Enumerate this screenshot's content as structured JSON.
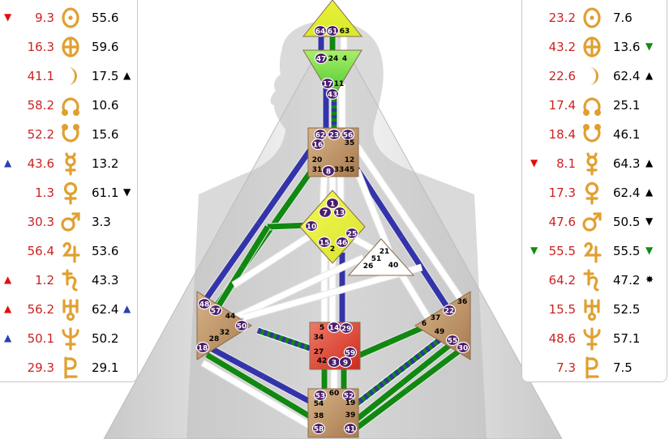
{
  "colors": {
    "activation_red": "#cc2222",
    "planet_gold": "#e0a030",
    "channel_green": "#118811",
    "channel_blue": "#3333aa",
    "gate_badge": "#4a1c6a",
    "center_yellow": "#e6f23a",
    "center_green": "#7ee84a",
    "center_tan": "#c0956a",
    "center_red": "#e04030"
  },
  "left_panel": [
    {
      "arrow_left": "▼",
      "arrow_left_color": "red",
      "activation": "9.3",
      "planet": "sun-icon",
      "gate": "55.6",
      "arrow_right": "",
      "arrow_right_color": ""
    },
    {
      "arrow_left": "",
      "arrow_left_color": "",
      "activation": "16.3",
      "planet": "earth-icon",
      "gate": "59.6",
      "arrow_right": "",
      "arrow_right_color": ""
    },
    {
      "arrow_left": "",
      "arrow_left_color": "",
      "activation": "41.1",
      "planet": "moon-icon",
      "gate": "17.5",
      "arrow_right": "▲",
      "arrow_right_color": "black"
    },
    {
      "arrow_left": "",
      "arrow_left_color": "",
      "activation": "58.2",
      "planet": "north-node-icon",
      "gate": "10.6",
      "arrow_right": "",
      "arrow_right_color": ""
    },
    {
      "arrow_left": "",
      "arrow_left_color": "",
      "activation": "52.2",
      "planet": "south-node-icon",
      "gate": "15.6",
      "arrow_right": "",
      "arrow_right_color": ""
    },
    {
      "arrow_left": "▲",
      "arrow_left_color": "blue",
      "activation": "43.6",
      "planet": "mercury-icon",
      "gate": "13.2",
      "arrow_right": "",
      "arrow_right_color": ""
    },
    {
      "arrow_left": "",
      "arrow_left_color": "",
      "activation": "1.3",
      "planet": "venus-icon",
      "gate": "61.1",
      "arrow_right": "▼",
      "arrow_right_color": "black"
    },
    {
      "arrow_left": "",
      "arrow_left_color": "",
      "activation": "30.3",
      "planet": "mars-icon",
      "gate": "3.3",
      "arrow_right": "",
      "arrow_right_color": ""
    },
    {
      "arrow_left": "",
      "arrow_left_color": "",
      "activation": "56.4",
      "planet": "jupiter-icon",
      "gate": "53.6",
      "arrow_right": "",
      "arrow_right_color": ""
    },
    {
      "arrow_left": "▲",
      "arrow_left_color": "red",
      "activation": "1.2",
      "planet": "saturn-icon",
      "gate": "43.3",
      "arrow_right": "",
      "arrow_right_color": ""
    },
    {
      "arrow_left": "▲",
      "arrow_left_color": "red",
      "activation": "56.2",
      "planet": "uranus-icon",
      "gate": "62.4",
      "arrow_right": "▲",
      "arrow_right_color": "blue"
    },
    {
      "arrow_left": "▲",
      "arrow_left_color": "blue",
      "activation": "50.1",
      "planet": "neptune-icon",
      "gate": "50.2",
      "arrow_right": "",
      "arrow_right_color": ""
    },
    {
      "arrow_left": "",
      "arrow_left_color": "",
      "activation": "29.3",
      "planet": "pluto-icon",
      "gate": "29.1",
      "arrow_right": "",
      "arrow_right_color": ""
    }
  ],
  "right_panel": [
    {
      "arrow_left": "",
      "arrow_left_color": "",
      "activation": "23.2",
      "planet": "sun-icon",
      "gate": "7.6",
      "arrow_right": "",
      "arrow_right_color": ""
    },
    {
      "arrow_left": "",
      "arrow_left_color": "",
      "activation": "43.2",
      "planet": "earth-icon",
      "gate": "13.6",
      "arrow_right": "▼",
      "arrow_right_color": "green"
    },
    {
      "arrow_left": "",
      "arrow_left_color": "",
      "activation": "22.6",
      "planet": "moon-icon",
      "gate": "62.4",
      "arrow_right": "▲",
      "arrow_right_color": "black"
    },
    {
      "arrow_left": "",
      "arrow_left_color": "",
      "activation": "17.4",
      "planet": "north-node-icon",
      "gate": "25.1",
      "arrow_right": "",
      "arrow_right_color": ""
    },
    {
      "arrow_left": "",
      "arrow_left_color": "",
      "activation": "18.4",
      "planet": "south-node-icon",
      "gate": "46.1",
      "arrow_right": "",
      "arrow_right_color": ""
    },
    {
      "arrow_left": "▼",
      "arrow_left_color": "red",
      "activation": "8.1",
      "planet": "mercury-icon",
      "gate": "64.3",
      "arrow_right": "▲",
      "arrow_right_color": "black"
    },
    {
      "arrow_left": "",
      "arrow_left_color": "",
      "activation": "17.3",
      "planet": "venus-icon",
      "gate": "62.4",
      "arrow_right": "▲",
      "arrow_right_color": "black"
    },
    {
      "arrow_left": "",
      "arrow_left_color": "",
      "activation": "47.6",
      "planet": "mars-icon",
      "gate": "50.5",
      "arrow_right": "▼",
      "arrow_right_color": "black"
    },
    {
      "arrow_left": "▼",
      "arrow_left_color": "green",
      "activation": "55.5",
      "planet": "jupiter-icon",
      "gate": "55.5",
      "arrow_right": "▼",
      "arrow_right_color": "green"
    },
    {
      "arrow_left": "",
      "arrow_left_color": "",
      "activation": "64.2",
      "planet": "saturn-icon",
      "gate": "47.2",
      "arrow_right": "✸",
      "arrow_right_color": "black"
    },
    {
      "arrow_left": "",
      "arrow_left_color": "",
      "activation": "15.5",
      "planet": "uranus-icon",
      "gate": "52.5",
      "arrow_right": "",
      "arrow_right_color": ""
    },
    {
      "arrow_left": "",
      "arrow_left_color": "",
      "activation": "48.6",
      "planet": "neptune-icon",
      "gate": "57.1",
      "arrow_right": "",
      "arrow_right_color": ""
    },
    {
      "arrow_left": "",
      "arrow_left_color": "",
      "activation": "7.3",
      "planet": "pluto-icon",
      "gate": "7.5",
      "arrow_right": "",
      "arrow_right_color": ""
    }
  ],
  "centers": {
    "head": {
      "name": "head-center",
      "gates": [
        "64",
        "61",
        "63"
      ],
      "badged": [
        "64",
        "61"
      ]
    },
    "ajna": {
      "name": "ajna-center",
      "gates": [
        "47",
        "24",
        "4",
        "17",
        "11",
        "43"
      ],
      "badged": [
        "47",
        "17",
        "43"
      ]
    },
    "throat": {
      "name": "throat-center",
      "gates": [
        "62",
        "23",
        "56",
        "16",
        "35",
        "20",
        "12",
        "31",
        "8",
        "33",
        "45"
      ],
      "badged": [
        "62",
        "23",
        "56",
        "16",
        "8"
      ]
    },
    "g": {
      "name": "g-center",
      "gates": [
        "1",
        "7",
        "13",
        "10",
        "25",
        "15",
        "46",
        "2"
      ],
      "badged": [
        "1",
        "7",
        "13",
        "10",
        "25",
        "15",
        "46"
      ]
    },
    "heart": {
      "name": "heart-center",
      "gates": [
        "21",
        "51",
        "26",
        "40"
      ],
      "badged": []
    },
    "spleen": {
      "name": "spleen-center",
      "gates": [
        "48",
        "57",
        "44",
        "50",
        "32",
        "28",
        "18"
      ],
      "badged": [
        "48",
        "57",
        "50",
        "18"
      ]
    },
    "sacral": {
      "name": "sacral-center",
      "gates": [
        "5",
        "14",
        "29",
        "34",
        "27",
        "59",
        "42",
        "3",
        "9"
      ],
      "badged": [
        "14",
        "29",
        "59",
        "3",
        "9"
      ]
    },
    "solar_plexus": {
      "name": "solar-plexus-center",
      "gates": [
        "36",
        "22",
        "6",
        "37",
        "49",
        "55",
        "30"
      ],
      "badged": [
        "22",
        "55",
        "30"
      ]
    },
    "root": {
      "name": "root-center",
      "gates": [
        "53",
        "60",
        "52",
        "54",
        "19",
        "38",
        "39",
        "58",
        "41"
      ],
      "badged": [
        "53",
        "52",
        "58",
        "41"
      ]
    }
  }
}
